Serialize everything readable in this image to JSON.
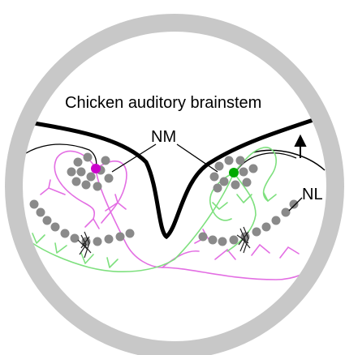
{
  "figure": {
    "title": "Chicken auditory brainstem",
    "label_nm": "NM",
    "label_nl": "NL"
  },
  "colors": {
    "ring": "#c8c8c8",
    "outline": "#000000",
    "cell": "#8a8a8a",
    "magenta_axon": "#e36ee3",
    "green_axon": "#7ee07e",
    "soma_magenta": "#cc00cc",
    "soma_green": "#00aa00"
  }
}
